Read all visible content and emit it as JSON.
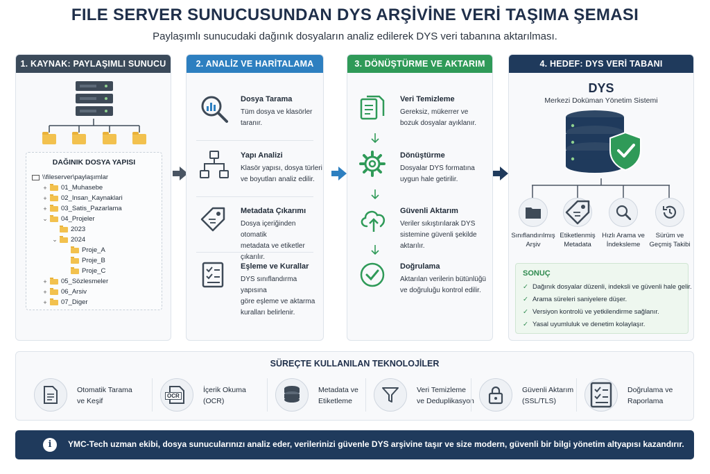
{
  "header": {
    "title": "FILE SERVER SUNUCUSUNDAN DYS ARŞİVİNE VERİ TAŞIMA ŞEMASI",
    "subtitle": "Paylaşımlı sunucudaki dağınık dosyaların analiz edilerek DYS veri tabanına aktarılması."
  },
  "colors": {
    "col1": "#3b4a5a",
    "col2": "#2d7fc0",
    "col3": "#2f9a58",
    "col4": "#1f3a5c",
    "folder": "#f2c14e",
    "shield": "#2f9a58"
  },
  "source": {
    "heading": "1. KAYNAK: PAYLAŞIMLI SUNUCU",
    "tree_title": "DAĞINIK DOSYA YAPISI",
    "tree": [
      {
        "label": "\\\\fileserver\\paylaşımlar",
        "sign": "",
        "level": 0
      },
      {
        "label": "01_Muhasebe",
        "sign": "+",
        "level": 1
      },
      {
        "label": "02_Insan_Kaynaklari",
        "sign": "+",
        "level": 1
      },
      {
        "label": "03_Satis_Pazarlama",
        "sign": "+",
        "level": 1
      },
      {
        "label": "04_Projeler",
        "sign": "⌄",
        "level": 1
      },
      {
        "label": "2023",
        "sign": "",
        "level": 2
      },
      {
        "label": "2024",
        "sign": "⌄",
        "level": 2
      },
      {
        "label": "Proje_A",
        "sign": "",
        "level": 3
      },
      {
        "label": "Proje_B",
        "sign": "",
        "level": 3
      },
      {
        "label": "Proje_C",
        "sign": "",
        "level": 3
      },
      {
        "label": "05_Sözlesmeler",
        "sign": "+",
        "level": 1
      },
      {
        "label": "06_Arsiv",
        "sign": "+",
        "level": 1
      },
      {
        "label": "07_Diger",
        "sign": "+",
        "level": 1
      }
    ]
  },
  "analysis": {
    "heading": "2. ANALİZ VE HARİTALAMA",
    "steps": [
      {
        "title": "Dosya Tarama",
        "desc1": "Tüm dosya ve klasörler",
        "desc2": "taranır.",
        "desc3": "",
        "icon": "magnifier-chart-icon"
      },
      {
        "title": "Yapı Analizi",
        "desc1": "Klasör yapısı, dosya türleri",
        "desc2": "ve boyutları analiz edilir.",
        "desc3": "",
        "icon": "hierarchy-icon"
      },
      {
        "title": "Metadata Çıkarımı",
        "desc1": "Dosya içeriğinden otomatik",
        "desc2": "metadata ve etiketler",
        "desc3": "çıkarılır.",
        "icon": "tag-icon"
      },
      {
        "title": "Eşleme ve Kurallar",
        "desc1": "DYS sınıflandırma yapısına",
        "desc2": "göre eşleme ve aktarma",
        "desc3": "kuralları belirlenir.",
        "icon": "checklist-icon"
      }
    ]
  },
  "transform": {
    "heading": "3. DÖNÜŞTÜRME VE AKTARIM",
    "steps": [
      {
        "title": "Veri Temizleme",
        "desc1": "Gereksiz, mükerrer ve",
        "desc2": "bozuk dosyalar ayıklanır.",
        "desc3": "",
        "icon": "documents-icon"
      },
      {
        "title": "Dönüştürme",
        "desc1": "Dosyalar DYS formatına",
        "desc2": "uygun hale getirilir.",
        "desc3": "",
        "icon": "gear-icon"
      },
      {
        "title": "Güvenli Aktarım",
        "desc1": "Veriler sıkıştırılarak DYS",
        "desc2": "sistemine güvenli şekilde",
        "desc3": "aktarılır.",
        "icon": "cloud-upload-icon"
      },
      {
        "title": "Doğrulama",
        "desc1": "Aktarılan verilerin bütünlüğü",
        "desc2": "ve doğruluğu kontrol edilir.",
        "desc3": "",
        "icon": "check-circle-icon"
      }
    ]
  },
  "target": {
    "heading": "4. HEDEF: DYS VERİ TABANI",
    "title": "DYS",
    "subtitle": "Merkezi Doküman Yönetim Sistemi",
    "features": [
      {
        "line1": "Sınıflandırılmış",
        "line2": "Arşiv",
        "icon": "folder-icon"
      },
      {
        "line1": "Etiketlenmiş",
        "line2": "Metadata",
        "icon": "tag-icon"
      },
      {
        "line1": "Hızlı Arama ve",
        "line2": "İndeksleme",
        "icon": "search-icon"
      },
      {
        "line1": "Sürüm ve",
        "line2": "Geçmiş Takibi",
        "icon": "history-icon"
      }
    ],
    "result_title": "SONUÇ",
    "results": [
      "Dağınık dosyalar düzenli, indeksli ve güvenli hale gelir.",
      "Arama süreleri saniyelere düşer.",
      "Versiyon kontrolü ve yetkilendirme sağlanır.",
      "Yasal uyumluluk ve denetim kolaylaşır."
    ]
  },
  "technologies": {
    "title": "SÜREÇTE KULLANILAN TEKNOLOJİLER",
    "items": [
      {
        "line1": "Otomatik Tarama",
        "line2": "ve Keşif",
        "icon": "document-icon"
      },
      {
        "line1": "İçerik Okuma",
        "line2": "(OCR)",
        "icon": "ocr-icon",
        "badge": "OCR"
      },
      {
        "line1": "Metadata ve",
        "line2": "Etiketleme",
        "icon": "database-icon"
      },
      {
        "line1": "Veri Temizleme",
        "line2": "ve Deduplikasyon",
        "icon": "funnel-icon"
      },
      {
        "line1": "Güvenli Aktarım",
        "line2": "(SSL/TLS)",
        "icon": "lock-icon"
      },
      {
        "line1": "Doğrulama ve",
        "line2": "Raporlama",
        "icon": "checklist-icon"
      }
    ]
  },
  "footer": {
    "text": "YMC-Tech uzman ekibi, dosya sunucularınızı analiz eder, verilerinizi güvenle DYS arşivine taşır ve size modern, güvenli bir bilgi yönetim altyapısı kazandırır."
  }
}
